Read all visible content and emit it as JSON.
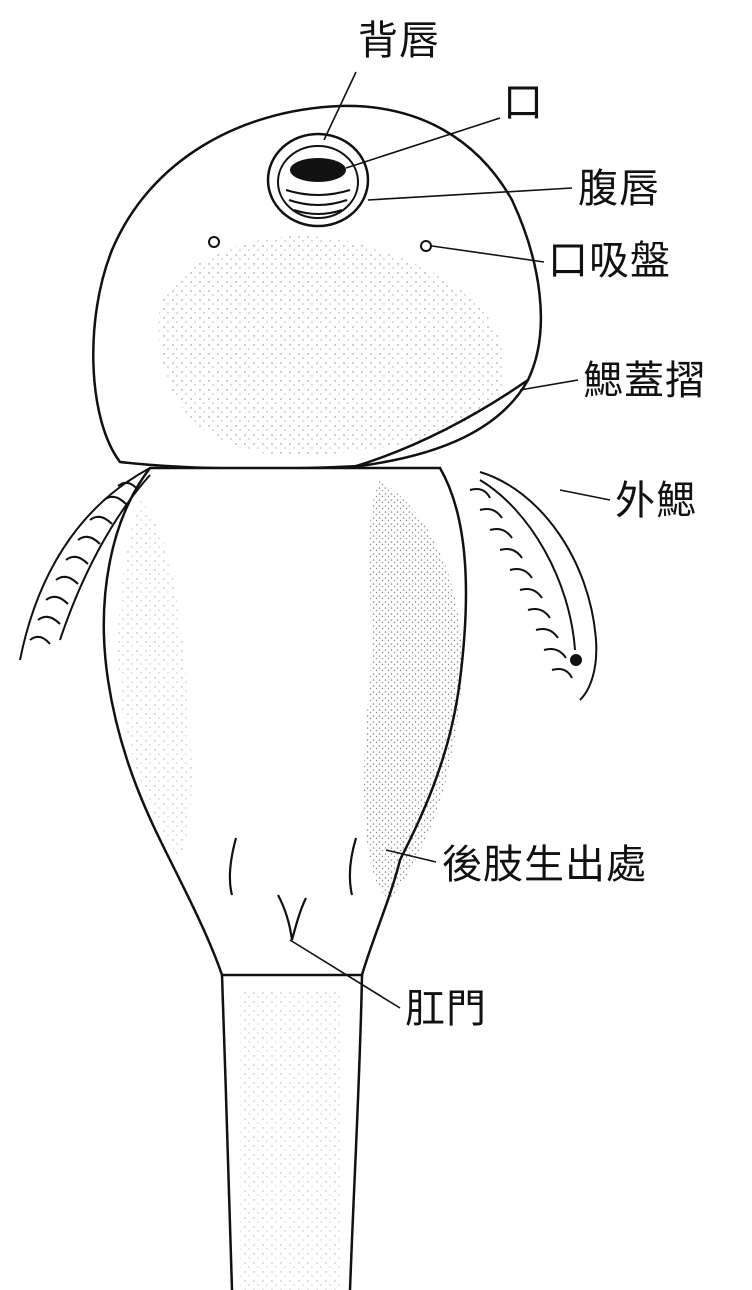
{
  "labels": {
    "dorsal_lip": "背唇",
    "mouth": "口",
    "ventral_lip": "腹唇",
    "oral_sucker": "口吸盤",
    "operculum_fold": "鰓蓋摺",
    "external_gill": "外鰓",
    "hindlimb_bud": "後肢生出處",
    "anus": "肛門"
  },
  "colors": {
    "ink": "#111111",
    "paper": "#ffffff"
  }
}
